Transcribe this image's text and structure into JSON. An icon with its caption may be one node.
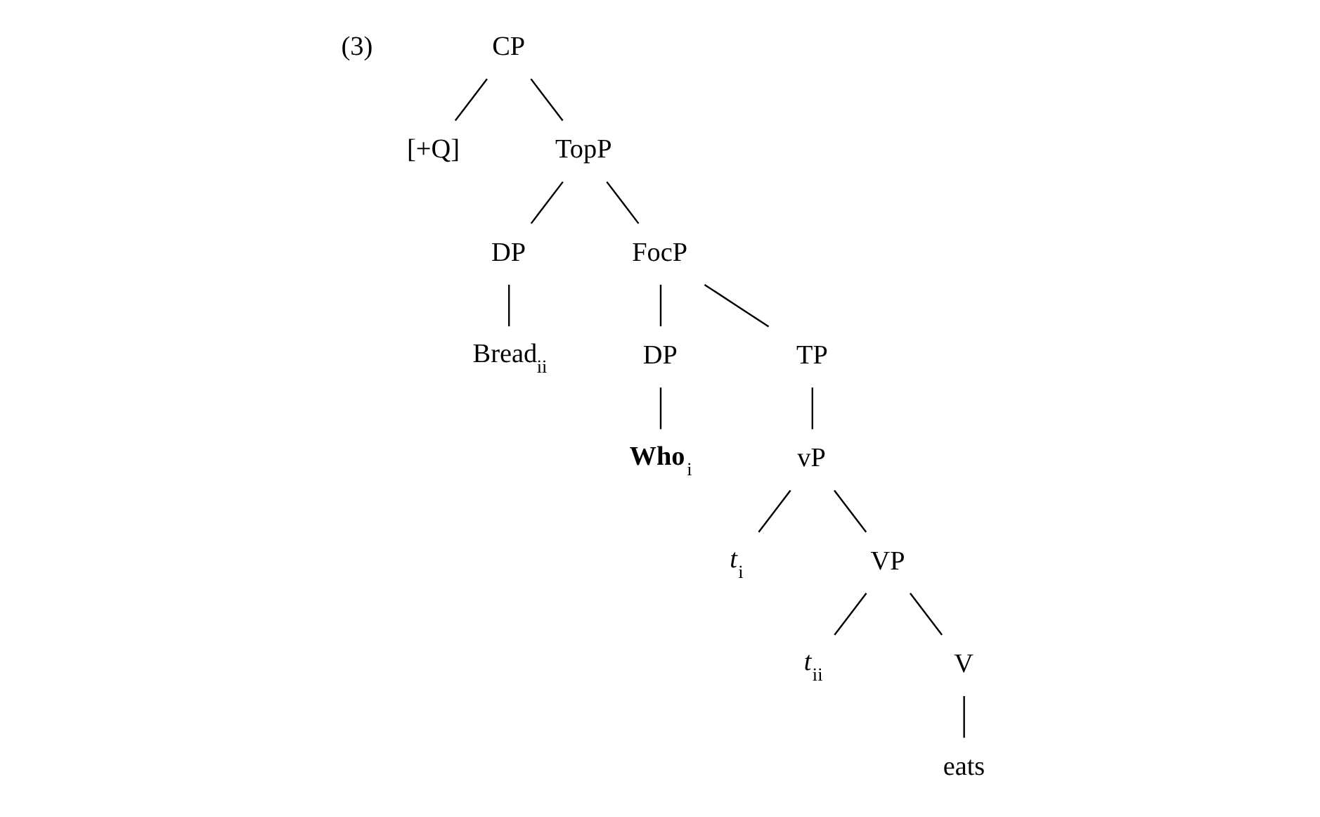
{
  "diagram": {
    "nodes": [
      {
        "text": [
          "CP"
        ]
      },
      {
        "text": [
          "[+Q]"
        ]
      },
      {
        "text": [
          "TopP"
        ]
      },
      {
        "text": [
          "DP"
        ]
      },
      {
        "text": [
          "Bread$_{ii}$"
        ]
      },
      {
        "text": [
          "FocP"
        ]
      },
      {
        "text": [
          "DP"
        ]
      },
      {
        "text": [
          "**Who**$_{i}$"
        ]
      },
      {
        "text": [
          "TP"
        ]
      },
      {
        "text": [
          "vP"
        ]
      },
      {
        "text": [
          "*t*$_{i}$"
        ]
      },
      {
        "text": [
          "VP"
        ]
      },
      {
        "text": [
          "*t*$_{ii}$"
        ]
      },
      {
        "text": [
          "V"
        ]
      },
      {
        "text": [
          "eats"
        ]
      }
    ],
    "edges": [
      {
        "from": 0,
        "to": 1,
        "arrow": "none"
      },
      {
        "from": 0,
        "to": 2,
        "arrow": "none"
      },
      {
        "from": 2,
        "to": 3,
        "arrow": "none"
      },
      {
        "from": 2,
        "to": 5,
        "arrow": "none"
      },
      {
        "from": 3,
        "to": 4,
        "arrow": "none"
      },
      {
        "from": 5,
        "to": 6,
        "arrow": "none"
      },
      {
        "from": 5,
        "to": 8,
        "arrow": "none"
      },
      {
        "from": 6,
        "to": 7,
        "arrow": "none"
      },
      {
        "from": 8,
        "to": 9,
        "arrow": "none"
      },
      {
        "from": 9,
        "to": 10,
        "arrow": "none"
      },
      {
        "from": 9,
        "to": 11,
        "arrow": "none"
      },
      {
        "from": 11,
        "to": 12,
        "arrow": "none"
      },
      {
        "from": 11,
        "to": 13,
        "arrow": "none"
      },
      {
        "from": 13,
        "to": 14,
        "arrow": "none"
      }
    ],
    "labels": [
      "(3)"
    ]
  }
}
